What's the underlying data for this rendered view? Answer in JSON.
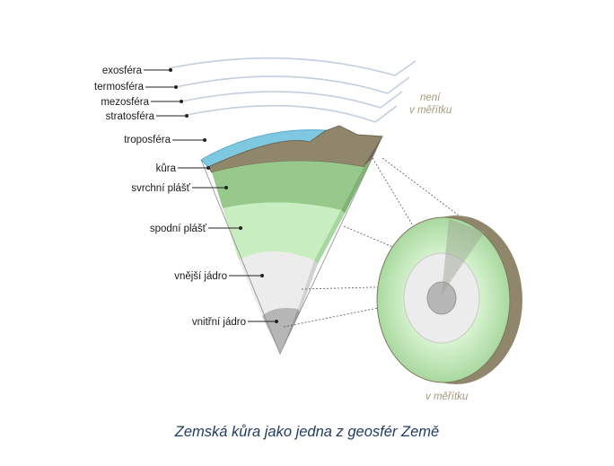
{
  "layers": {
    "exosphere": "exosféra",
    "thermosphere": "termosféra",
    "mesosphere": "mezosféra",
    "stratosphere": "stratosféra",
    "troposphere": "troposféra",
    "crust": "kůra",
    "upper_mantle": "svrchní plášť",
    "lower_mantle": "spodní plášť",
    "outer_core": "vnější jádro",
    "inner_core": "vnitřní jádro"
  },
  "notes": {
    "not_to_scale_line1": "není",
    "not_to_scale_line2": "v měřítku",
    "to_scale": "v měřítku"
  },
  "caption": "Zemská kůra jako jedna z geosfér Země",
  "colors": {
    "atmosphere_line": "#c3cfe0",
    "troposphere": "#7cc6e0",
    "crust": "#8f866b",
    "upper_mantle": "#98c98c",
    "lower_mantle": "#c8edc0",
    "outer_core": "#ececec",
    "inner_core": "#b6b6b6",
    "caption": "#1f3a5f",
    "note": "#a39a7c"
  }
}
